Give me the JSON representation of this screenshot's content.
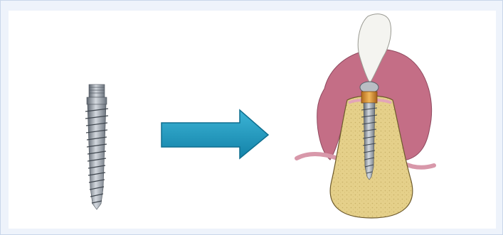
{
  "figure": {
    "left_object": "dental-mini-implant-screw",
    "connector": "arrow-right",
    "right_object": "implant-placed-in-jaw-bone-cross-section",
    "colors": {
      "frame_bg": "#eef3fb",
      "panel_bg": "#ffffff",
      "arrow_fill": "#1f9bc0",
      "gum": "#c46e86",
      "bone": "#e6d28e",
      "tooth": "#f4f4f0",
      "implant_metal": "#8f98a3",
      "abutment": "#d99536"
    }
  }
}
